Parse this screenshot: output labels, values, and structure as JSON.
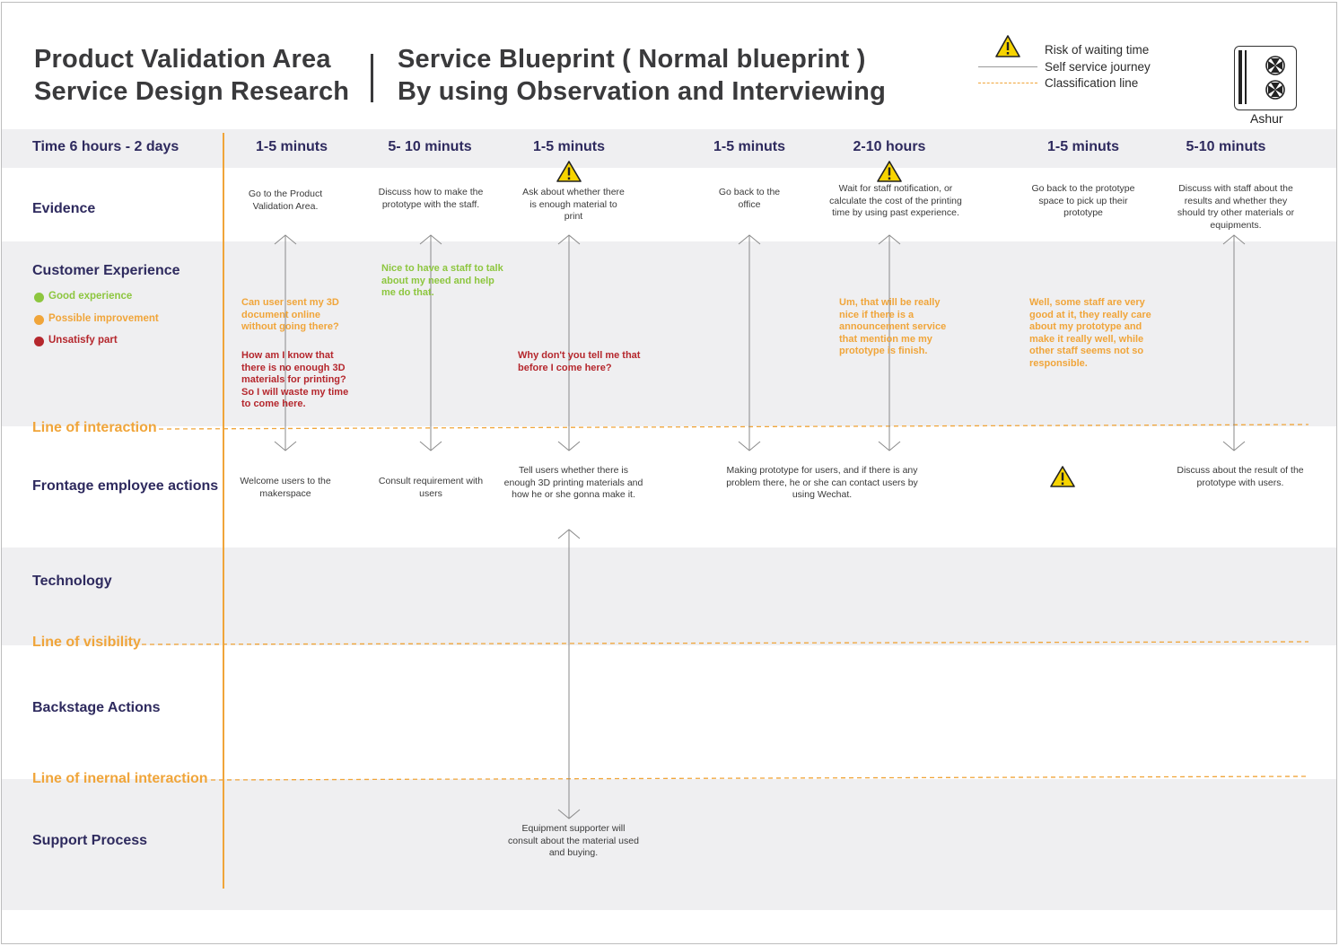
{
  "header": {
    "title_left_1": "Product Validation Area",
    "title_left_2": "Service Design Research",
    "title_right_1": "Service Blueprint ( Normal blueprint )",
    "title_right_2": "By using Observation and Interviewing"
  },
  "legend": {
    "risk": "Risk of waiting time",
    "self_service": "Self service journey",
    "classification": "Classification line"
  },
  "logo": {
    "name": "Ashur"
  },
  "timeline": {
    "label": "Time 6 hours - 2 days",
    "steps": [
      "1-5 minuts",
      "5- 10 minuts",
      "1-5 minuts",
      "1-5 minuts",
      "2-10 hours",
      "1-5 minuts",
      "5-10 minuts"
    ]
  },
  "rows": {
    "evidence": "Evidence",
    "customer_experience": "Customer Experience",
    "frontage": "Frontage employee actions",
    "technology": "Technology",
    "backstage": "Backstage Actions",
    "support": "Support Process"
  },
  "lines": {
    "interaction": "Line of interaction",
    "visibility": "Line of visibility",
    "internal": "Line of inernal interaction"
  },
  "experience_legend": {
    "good": "Good experience",
    "possible": "Possible improvement",
    "unsatisfy": "Unsatisfy part"
  },
  "colors": {
    "good": "#8dc63f",
    "possible": "#f0a53a",
    "unsatisfy": "#b5272d",
    "title": "#2e2a5e",
    "band": "#efeff1"
  },
  "evidence": [
    "Go to the Product Validation Area.",
    "Discuss how to make the prototype with the staff.",
    "Ask about whether there is enough material to print",
    "Go back to the office",
    "Wait for staff notification, or calculate the cost of the printing time by using past experience.",
    "Go back to the prototype space to pick up their prototype",
    "Discuss with staff about the results and whether they should try other materials or equipments."
  ],
  "quotes": {
    "q1": "Can user sent my 3D document online without going there?",
    "q2": "How am I know that there is no enough 3D materials for printing? So I will waste my time to come here.",
    "q3": "Nice to have a staff to talk about my need and help me do that.",
    "q4": "Why don't you tell me that before I come here?",
    "q5": "Um, that will be really nice  if there is a announcement service that mention me my prototype is finish.",
    "q6": "Well, some staff are very good at it, they really care about my prototype and make it really well, while other staff seems not so responsible."
  },
  "frontage": [
    "Welcome users to the makerspace",
    "Consult requirement with users",
    "Tell users whether there is enough 3D printing materials and how he or she gonna make it.",
    "Making prototype for users, and if there is any problem there, he or she can contact users by using Wechat.",
    "Discuss about the result of the prototype with users."
  ],
  "support": "Equipment supporter will consult about the material used and buying."
}
